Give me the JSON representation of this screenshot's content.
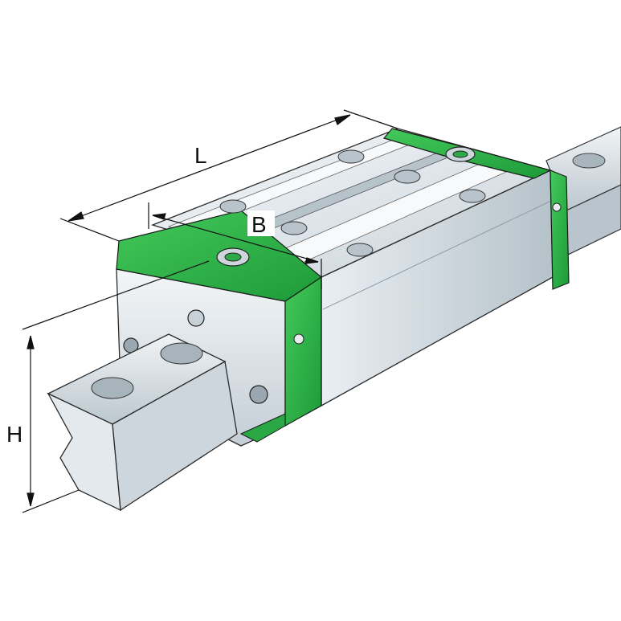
{
  "dimensions": {
    "length_label": "L",
    "width_label": "B",
    "height_label": "H"
  },
  "colors": {
    "seal_green": "#1f9e3a",
    "seal_green_light": "#3fcf5a",
    "steel_light": "#eef2f5",
    "steel_mid": "#c9d3da",
    "steel_dark": "#8e9ba5",
    "outline": "#2a2a2a"
  },
  "parts": {
    "rail": "guideway-rail",
    "carriage": "linear-carriage",
    "end_seals": "end-seal",
    "lubrication_nipples": "lube-nipple",
    "mounting_holes": "threaded-hole"
  }
}
